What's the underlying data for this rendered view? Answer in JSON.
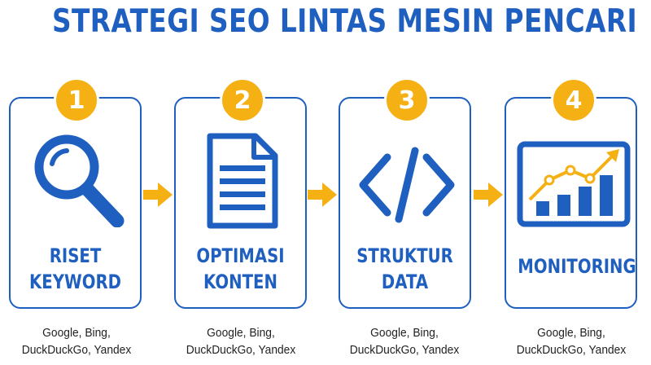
{
  "title": "STRATEGI SEO LINTAS MESIN PENCARI",
  "colors": {
    "primary": "#1f5fbf",
    "accent": "#f5b014"
  },
  "steps": [
    {
      "number": "1",
      "label_lines": [
        "RISET",
        "KEYWORD"
      ],
      "icon": "magnifier-icon",
      "caption_lines": [
        "Google, Bing,",
        "DuckDuckGo, Yandex"
      ]
    },
    {
      "number": "2",
      "label_lines": [
        "OPTIMASI",
        "KONTEN"
      ],
      "icon": "document-icon",
      "caption_lines": [
        "Google, Bing,",
        "DuckDuckGo, Yandex"
      ]
    },
    {
      "number": "3",
      "label_lines": [
        "STRUKTUR",
        "DATA"
      ],
      "icon": "code-icon",
      "caption_lines": [
        "Google, Bing,",
        "DuckDuckGo, Yandex"
      ]
    },
    {
      "number": "4",
      "label_lines": [
        "MONITORING"
      ],
      "icon": "chart-monitor-icon",
      "caption_lines": [
        "Google, Bing,",
        "DuckDuckGo, Yandex"
      ]
    }
  ]
}
